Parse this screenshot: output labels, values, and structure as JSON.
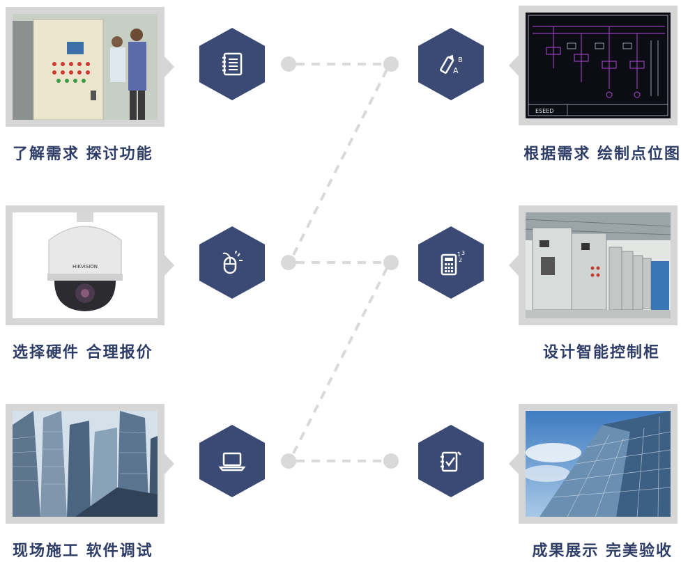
{
  "steps": [
    {
      "label": "了解需求  探讨功能",
      "icon": "notebook-icon"
    },
    {
      "label": "根据需求  绘制点位图",
      "icon": "pen-ab-icon"
    },
    {
      "label": "选择硬件  合理报价",
      "icon": "mouse-icon"
    },
    {
      "label": "设计智能控制柜",
      "icon": "calculator-icon"
    },
    {
      "label": "现场施工  软件调试",
      "icon": "laptop-icon"
    },
    {
      "label": "成果展示  完美验收",
      "icon": "checklist-icon"
    }
  ],
  "drawing_text": "ESEED",
  "camera_brand": "HIKVISION",
  "colors": {
    "accent": "#3b4a75",
    "text": "#2e3d67",
    "frame": "#d6d6d6",
    "line": "#d9d9d9"
  }
}
